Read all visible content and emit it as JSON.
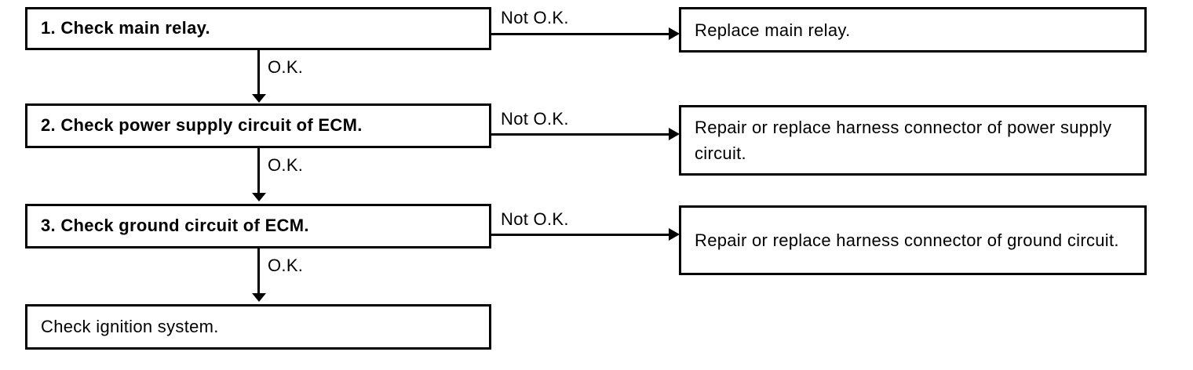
{
  "flowchart": {
    "background_color": "#ffffff",
    "line_color": "#000000",
    "steps": [
      {
        "label": "1. Check main relay.",
        "ok_label": "O.K.",
        "not_ok_label": "Not O.K.",
        "action": "Replace main relay."
      },
      {
        "label": "2. Check power supply circuit of ECM.",
        "ok_label": "O.K.",
        "not_ok_label": "Not O.K.",
        "action": "Repair or replace harness connector of power supply circuit."
      },
      {
        "label": "3. Check ground circuit of ECM.",
        "ok_label": "O.K.",
        "not_ok_label": "Not O.K.",
        "action": "Repair or replace harness connector of ground circuit."
      },
      {
        "label": "Check ignition system."
      }
    ]
  }
}
